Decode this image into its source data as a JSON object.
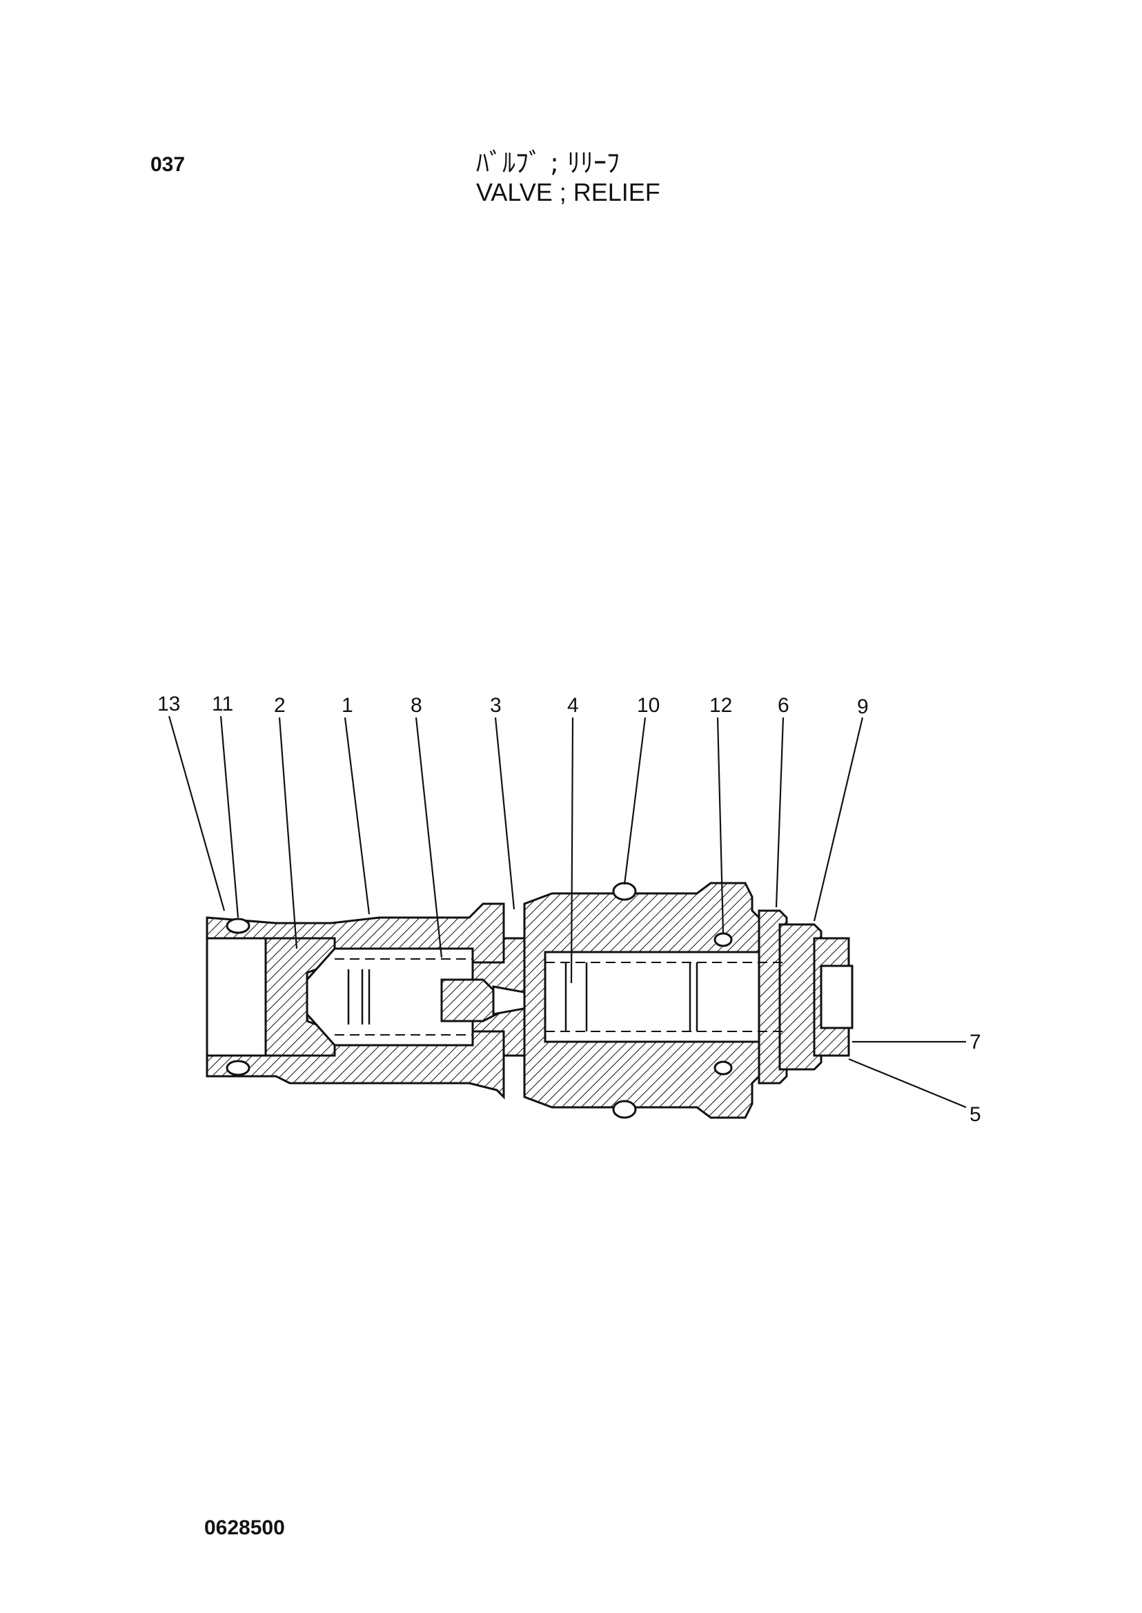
{
  "header": {
    "page_number": "037",
    "title_jp": "ﾊﾞﾙﾌﾞ ; ﾘﾘｰﾌ",
    "title_en": "VALVE ; RELIEF"
  },
  "diagram": {
    "callouts": [
      "13",
      "11",
      "2",
      "1",
      "8",
      "3",
      "4",
      "10",
      "12",
      "6",
      "9",
      "7",
      "5"
    ]
  },
  "footer": {
    "doc_number": "0628500"
  }
}
